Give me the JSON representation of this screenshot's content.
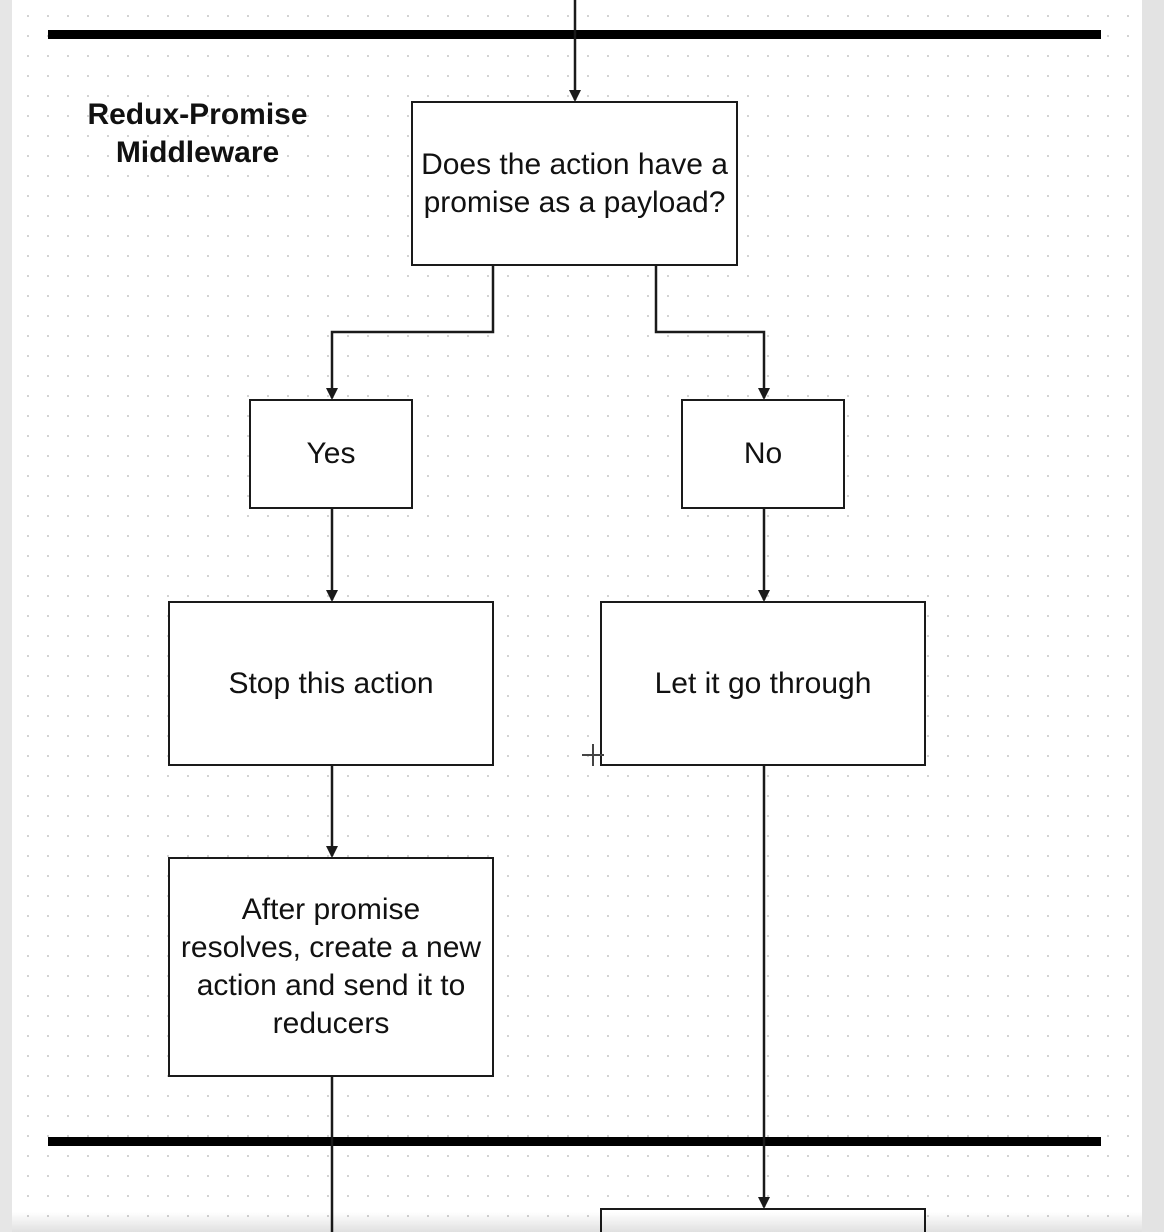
{
  "diagram": {
    "section_title": "Redux-Promise\nMiddleware",
    "nodes": {
      "question": "Does the action have a promise as a payload?",
      "yes": "Yes",
      "no": "No",
      "stop": "Stop this action",
      "let_through": "Let it go through",
      "after_resolve": "After promise resolves, create a new action and send it to reducers"
    },
    "colors": {
      "line": "#1a1a1a",
      "lane_divider": "#000000",
      "grid_dot": "#cfcfcf"
    }
  }
}
